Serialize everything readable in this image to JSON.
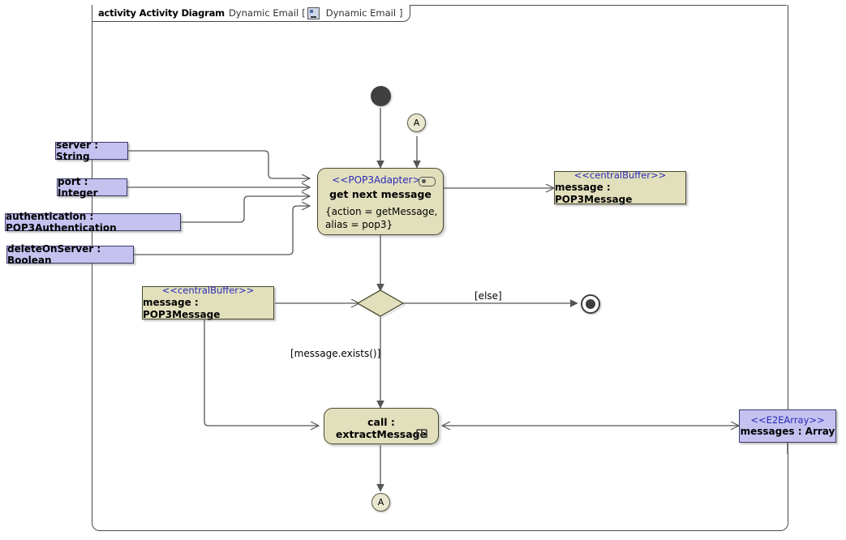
{
  "frame": {
    "keyword": "activity Activity Diagram",
    "name": "Dynamic Email",
    "bracket_open": "[",
    "icon": "diagram-icon",
    "context": "Dynamic Email",
    "bracket_close": "]"
  },
  "parameters": [
    {
      "label": "server : String"
    },
    {
      "label": "port : Integer"
    },
    {
      "label": "authentication : POP3Authentication"
    },
    {
      "label": "deleteOnServer : Boolean"
    }
  ],
  "nodes": {
    "initial": {
      "name": "initial-node"
    },
    "connector_in": {
      "label": "A"
    },
    "connector_out": {
      "label": "A"
    },
    "get_next_message": {
      "stereotype": "<<POP3Adapter>>",
      "name": "get next message",
      "properties_line1": "{action = getMessage,",
      "properties_line2": "alias = pop3}",
      "marker": "stereotype-marker-icon"
    },
    "buffer_out": {
      "stereotype": "<<centralBuffer>>",
      "name": "message : POP3Message"
    },
    "buffer_in": {
      "stereotype": "<<centralBuffer>>",
      "name": "message : POP3Message"
    },
    "decision": {
      "name": "decision-node"
    },
    "final": {
      "name": "activity-final-node"
    },
    "extract_message": {
      "name": "call : extractMessage",
      "rake": "rake-icon"
    },
    "messages_array": {
      "stereotype": "<<E2EArray>>",
      "name": "messages : Array"
    }
  },
  "guards": {
    "else": "[else]",
    "message_exists": "[message.exists()]"
  },
  "colors": {
    "object_node_fill": "#e2e0bc",
    "parameter_fill": "#c5c2f0",
    "stereotype_text": "#2a29b8",
    "edge": "#555555",
    "frame_border": "#4a4a4a"
  }
}
